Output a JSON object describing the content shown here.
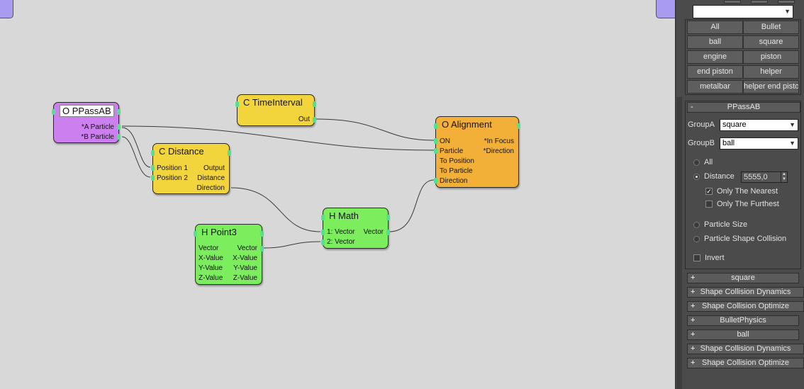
{
  "nodes": {
    "ppassab": {
      "title": "O PPassAB",
      "outputs": [
        "*A Particle",
        "*B Particle"
      ],
      "color": "#cc80f0"
    },
    "timeinterval": {
      "title": "C TimeInterval",
      "outputs": [
        "Out"
      ],
      "color": "#f2d53c"
    },
    "distance": {
      "title": "C Distance",
      "inputs": [
        "Position 1",
        "Position 2"
      ],
      "outputs": [
        "Output",
        "Distance",
        "Direction"
      ],
      "color": "#f2d53c"
    },
    "alignment": {
      "title": "O Alignment",
      "inputs": [
        "ON",
        "Particle",
        "To Position",
        "To Particle",
        "Direction"
      ],
      "outputs": [
        "*In Focus",
        "*Direction"
      ],
      "color": "#f2b038"
    },
    "math": {
      "title": "H Math",
      "inputs": [
        "1: Vector",
        "2: Vector"
      ],
      "outputs": [
        "Vector"
      ],
      "color": "#7ced5c"
    },
    "point3": {
      "title": "H Point3",
      "inputs": [
        "Vector",
        "X-Value",
        "Y-Value",
        "Z-Value"
      ],
      "outputs": [
        "Vector",
        "X-Value",
        "Y-Value",
        "Z-Value"
      ],
      "color": "#7ced5c"
    }
  },
  "panel": {
    "filter_combo": "",
    "group_buttons": [
      "All",
      "Bullet",
      "ball",
      "square",
      "engine",
      "piston",
      "end piston",
      "helper",
      "metalbar",
      "helper end piston"
    ],
    "ppassab_rollout": {
      "sign": "-",
      "title": "PPassAB",
      "groupa_label": "GroupA",
      "groupa_value": "square",
      "groupb_label": "GroupB",
      "groupb_value": "ball",
      "opt_all": "All",
      "opt_distance": "Distance",
      "distance_value": "5555,0",
      "only_nearest": "Only The Nearest",
      "only_furthest": "Only The Furthest",
      "opt_particle_size": "Particle Size",
      "opt_shape_collision": "Particle Shape Collision",
      "invert": "Invert"
    },
    "collapsed_rollouts": [
      {
        "sign": "+",
        "title": "square"
      },
      {
        "sign": "+",
        "title": "Shape Collision Dynamics"
      },
      {
        "sign": "+",
        "title": "Shape Collision Optimize"
      },
      {
        "sign": "+",
        "title": "BulletPhysics"
      },
      {
        "sign": "+",
        "title": "ball"
      },
      {
        "sign": "+",
        "title": "Shape Collision Dynamics"
      },
      {
        "sign": "+",
        "title": "Shape Collision Optimize"
      }
    ]
  }
}
